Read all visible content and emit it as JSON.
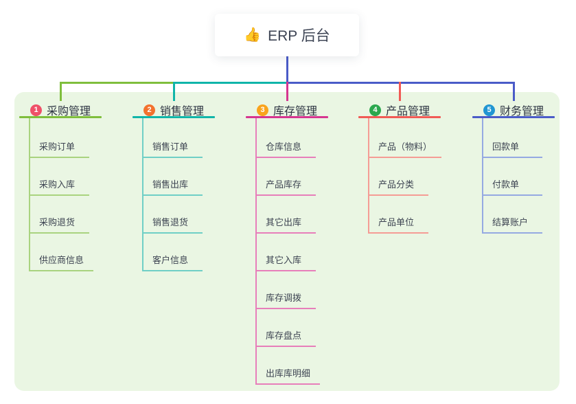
{
  "root": {
    "icon": "👍",
    "label": "ERP 后台"
  },
  "colors": {
    "canvas_bg": "#ffffff",
    "board_bg": "#eaf6e3",
    "root_connector": "#4a5bc8",
    "root_text": "#3d4454"
  },
  "top_connector": {
    "segments": [
      {
        "start": 0,
        "end": 1,
        "color": "#7fbe3c"
      },
      {
        "start": 1,
        "end": 2,
        "color": "#10b5a9"
      },
      {
        "start": 2,
        "end": 4,
        "color": "#4a5bc8"
      }
    ]
  },
  "branches": [
    {
      "badge": "1",
      "badge_color": "#ef5068",
      "title": "采购管理",
      "line_color": "#7fbe3c",
      "child_line_color": "#a9d37f",
      "children": [
        "采购订单",
        "采购入库",
        "采购退货",
        "供应商信息"
      ]
    },
    {
      "badge": "2",
      "badge_color": "#f3722e",
      "title": "销售管理",
      "line_color": "#10b5a9",
      "child_line_color": "#6fcfc6",
      "children": [
        "销售订单",
        "销售出库",
        "销售退货",
        "客户信息"
      ]
    },
    {
      "badge": "3",
      "badge_color": "#f9a41d",
      "title": "库存管理",
      "line_color": "#d63590",
      "child_line_color": "#e77eba",
      "children": [
        "仓库信息",
        "产品库存",
        "其它出库",
        "其它入库",
        "库存调拨",
        "库存盘点",
        "出库库明细"
      ]
    },
    {
      "badge": "4",
      "badge_color": "#2ba84e",
      "title": "产品管理",
      "line_color": "#f15a55",
      "child_line_color": "#f59c95",
      "children": [
        "产品（物料）",
        "产品分类",
        "产品单位"
      ]
    },
    {
      "badge": "5",
      "badge_color": "#2196d2",
      "title": "财务管理",
      "line_color": "#4a5bc8",
      "child_line_color": "#95a9e2",
      "children": [
        "回款单",
        "付款单",
        "结算账户"
      ]
    }
  ]
}
